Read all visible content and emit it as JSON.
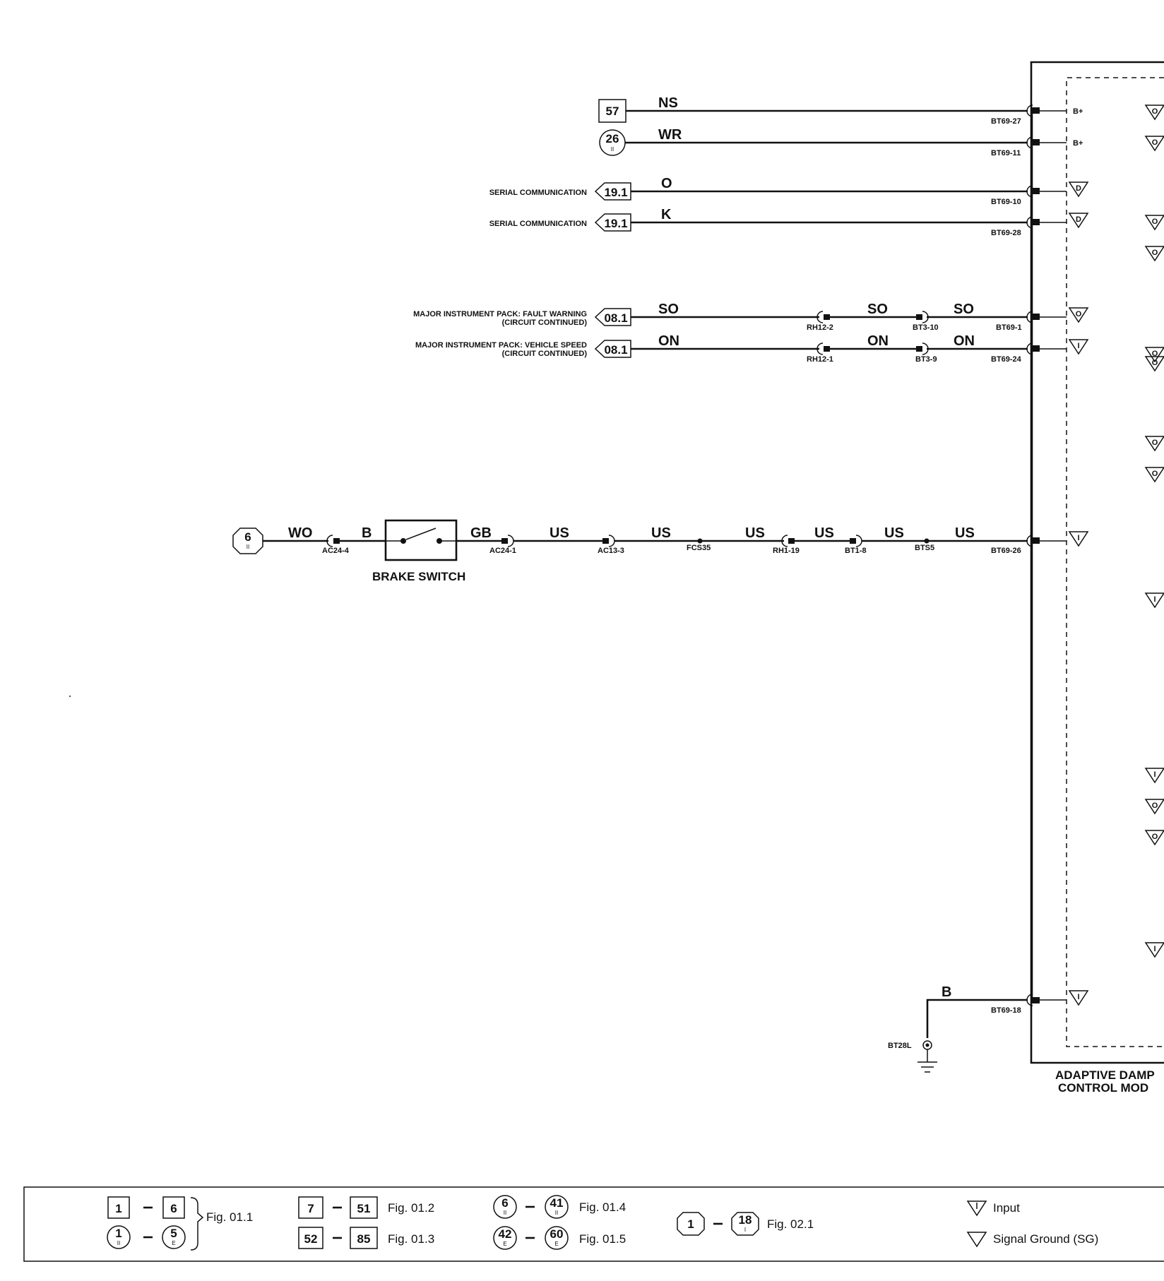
{
  "diagram": {
    "module_title_line1": "ADAPTIVE DAMP",
    "module_title_line2": "CONTROL MOD",
    "circuits": [
      {
        "ref": "57",
        "ref_shape": "square",
        "wire": "NS",
        "pin": "BT69-27",
        "module_label": "B+"
      },
      {
        "ref": "26",
        "ref_sub": "II",
        "ref_shape": "circle",
        "wire": "WR",
        "pin": "BT69-11",
        "module_label": "B+"
      },
      {
        "desc": "SERIAL COMMUNICATION",
        "ref": "19.1",
        "ref_shape": "arrow",
        "wire": "O",
        "pin": "BT69-10",
        "module_label": "D"
      },
      {
        "desc": "SERIAL COMMUNICATION",
        "ref": "19.1",
        "ref_shape": "arrow",
        "wire": "K",
        "pin": "BT69-28",
        "module_label": "D"
      },
      {
        "desc1": "MAJOR INSTRUMENT PACK: FAULT WARNING",
        "desc2": "(CIRCUIT CONTINUED)",
        "ref": "08.1",
        "ref_shape": "arrow",
        "wires": [
          "SO",
          "SO",
          "SO"
        ],
        "connectors": [
          "RH12-2",
          "BT3-10"
        ],
        "pin": "BT69-1",
        "module_label": "O"
      },
      {
        "desc1": "MAJOR INSTRUMENT PACK: VEHICLE SPEED",
        "desc2": "(CIRCUIT CONTINUED)",
        "ref": "08.1",
        "ref_shape": "arrow",
        "wires": [
          "ON",
          "ON",
          "ON"
        ],
        "connectors": [
          "RH12-1",
          "BT3-9"
        ],
        "pin": "BT69-24",
        "module_label": "I"
      }
    ],
    "brake_circuit": {
      "ref": "6",
      "ref_sub": "II",
      "wires": [
        "WO",
        "B",
        "GB",
        "US",
        "US",
        "US",
        "US",
        "US",
        "US"
      ],
      "connectors": [
        "AC24-4",
        "AC24-1",
        "AC13-3",
        "FCS35",
        "RH1-19",
        "BT1-8",
        "BTS5"
      ],
      "switch_label": "BRAKE SWITCH",
      "pin": "BT69-26",
      "module_label": "I"
    },
    "ground_circuit": {
      "wire": "B",
      "pin": "BT69-18",
      "ground_label": "BT28L",
      "module_label": "I"
    },
    "right_symbols": [
      "O",
      "O",
      "O",
      "O",
      "O",
      "O",
      "O",
      "O",
      "I",
      "I",
      "O",
      "O",
      "I"
    ]
  },
  "legend": {
    "group1_a_from": "1",
    "group1_a_to": "6",
    "group1_b_from": "1",
    "group1_b_from_sub": "II",
    "group1_b_to": "5",
    "group1_b_to_sub": "E",
    "group1_fig": "Fig. 01.1",
    "group2_a_from": "7",
    "group2_a_to": "51",
    "group2_a_fig": "Fig. 01.2",
    "group2_b_from": "52",
    "group2_b_to": "85",
    "group2_b_fig": "Fig. 01.3",
    "group3_a_from": "6",
    "group3_a_from_sub": "II",
    "group3_a_to": "41",
    "group3_a_to_sub": "II",
    "group3_a_fig": "Fig. 01.4",
    "group3_b_from": "42",
    "group3_b_from_sub": "E",
    "group3_b_to": "60",
    "group3_b_to_sub": "E",
    "group3_b_fig": "Fig. 01.5",
    "group4_from": "1",
    "group4_to": "18",
    "group4_to_sub": "I",
    "group4_fig": "Fig. 02.1",
    "input_label": "Input",
    "signal_ground_label": "Signal Ground (SG)"
  }
}
